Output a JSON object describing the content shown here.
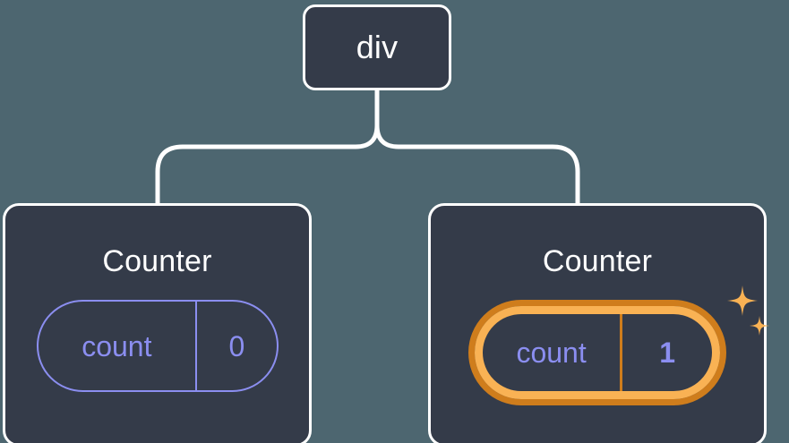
{
  "diagram": {
    "type": "component-tree",
    "background_color": "#4d6670",
    "node_fill_color": "#343b49",
    "node_border_color": "#ffffff",
    "connector_color": "#ffffff",
    "state_stroke_color": "#8b8ef0",
    "highlight_outer_color": "#cf7d1c",
    "highlight_inner_color": "#f9b254",
    "sparkle_color": "#f9b254"
  },
  "root": {
    "title": "div"
  },
  "children": [
    {
      "title": "Counter",
      "state": {
        "key": "count",
        "value": "0"
      },
      "highlighted": false,
      "sparkles": false
    },
    {
      "title": "Counter",
      "state": {
        "key": "count",
        "value": "1"
      },
      "highlighted": true,
      "sparkles": true
    }
  ]
}
